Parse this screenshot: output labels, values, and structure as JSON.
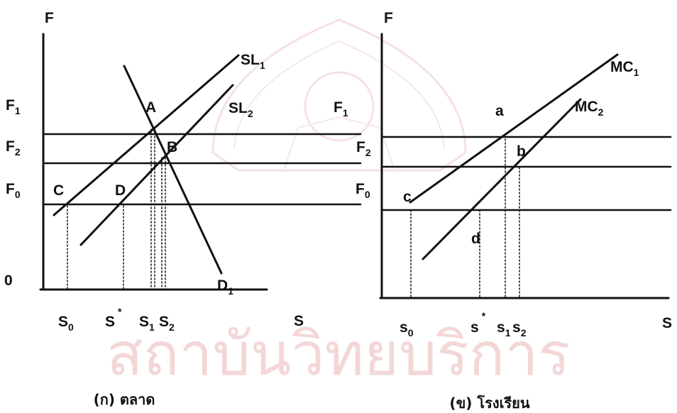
{
  "panel_a": {
    "y_axis": "F",
    "x_axis": "S",
    "origin": "0",
    "price_levels": [
      {
        "base": "F",
        "sub": "1"
      },
      {
        "base": "F",
        "sub": "2"
      },
      {
        "base": "F",
        "sub": "0"
      }
    ],
    "curves": [
      {
        "base": "SL",
        "sub": "1"
      },
      {
        "base": "SL",
        "sub": "2"
      },
      {
        "base": "D",
        "sub": "1"
      }
    ],
    "points": [
      "A",
      "B",
      "C",
      "D"
    ],
    "x_ticks": [
      {
        "base": "S",
        "sub": "0",
        "sup": ""
      },
      {
        "base": "S",
        "sub": "",
        "sup": "*"
      },
      {
        "base": "S",
        "sub": "1",
        "sup": ""
      },
      {
        "base": "S",
        "sub": "2",
        "sup": ""
      }
    ],
    "caption": "(ก) ตลาด"
  },
  "panel_b": {
    "y_axis": "F",
    "x_axis": "S",
    "price_levels": [
      {
        "base": "F",
        "sub": "1"
      },
      {
        "base": "F",
        "sub": "2"
      },
      {
        "base": "F",
        "sub": "0"
      }
    ],
    "curves": [
      {
        "base": "MC",
        "sub": "1"
      },
      {
        "base": "MC",
        "sub": "2"
      }
    ],
    "points": [
      "a",
      "b",
      "c",
      "d"
    ],
    "x_ticks": [
      {
        "base": "s",
        "sub": "0",
        "sup": ""
      },
      {
        "base": "s",
        "sub": "",
        "sup": "*"
      },
      {
        "base": "s",
        "sub": "1",
        "sup": ""
      },
      {
        "base": "s",
        "sub": "2",
        "sup": ""
      }
    ],
    "caption": "(ข) โรงเรียน"
  },
  "watermark": {
    "text": "สถาบันวิทยบริการ",
    "color": "#f3d7d7"
  },
  "colors": {
    "ink": "#111111"
  }
}
